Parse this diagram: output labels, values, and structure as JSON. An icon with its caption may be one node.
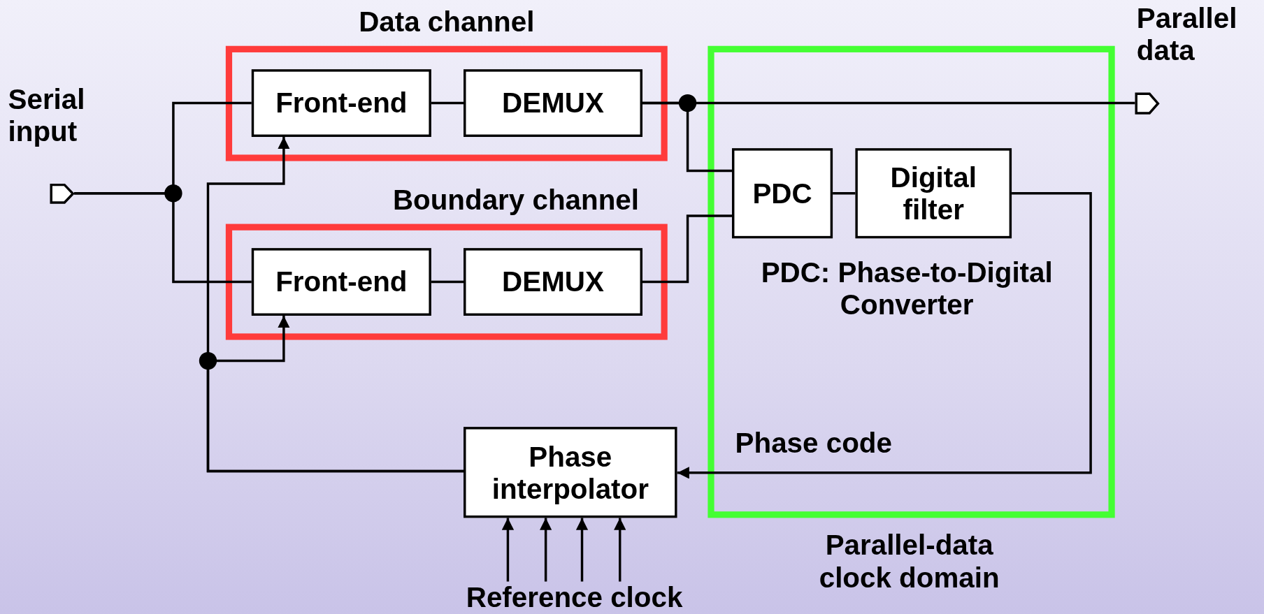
{
  "diagram": {
    "nodes": [
      {
        "text": [
          "Data channel"
        ]
      },
      {
        "text": [
          "Front-end"
        ],
        "in": 0
      },
      {
        "text": [
          "DEMUX"
        ],
        "in": 0
      },
      {
        "text": [
          "Boundary channel"
        ]
      },
      {
        "text": [
          "Front-end"
        ],
        "in": 3
      },
      {
        "text": [
          "DEMUX"
        ],
        "in": 3
      },
      {
        "text": [
          "Parallel-data clock domain"
        ]
      },
      {
        "text": [
          "PDC"
        ],
        "in": 6
      },
      {
        "text": [
          "Digital filter"
        ],
        "in": 6
      },
      {
        "text": [
          "Phase interpolator"
        ]
      },
      {
        "text": [
          "Serial input"
        ]
      },
      {
        "text": [
          "Parallel data"
        ]
      },
      {
        "text": [
          "Reference clock"
        ]
      }
    ],
    "edges": [
      {
        "from": 10,
        "to": 1,
        "arrow": "none"
      },
      {
        "from": 10,
        "to": 4,
        "arrow": "none"
      },
      {
        "from": 1,
        "to": 2,
        "arrow": "none"
      },
      {
        "from": 4,
        "to": 5,
        "arrow": "none"
      },
      {
        "from": 2,
        "to": 11,
        "arrow": "none"
      },
      {
        "from": 2,
        "to": 7,
        "arrow": "none"
      },
      {
        "from": 5,
        "to": 7,
        "arrow": "none"
      },
      {
        "from": 7,
        "to": 8,
        "arrow": "none"
      },
      {
        "from": 8,
        "to": 9,
        "arrow": "to",
        "label": "Phase code"
      },
      {
        "from": 9,
        "to": 1,
        "arrow": "to"
      },
      {
        "from": 9,
        "to": 4,
        "arrow": "to"
      },
      {
        "from": 12,
        "to": 9,
        "arrow": "to"
      },
      {
        "from": 12,
        "to": 9,
        "arrow": "to"
      },
      {
        "from": 12,
        "to": 9,
        "arrow": "to"
      },
      {
        "from": 12,
        "to": 9,
        "arrow": "to"
      }
    ],
    "labels": [
      "PDC: Phase-to-Digital Converter"
    ]
  }
}
